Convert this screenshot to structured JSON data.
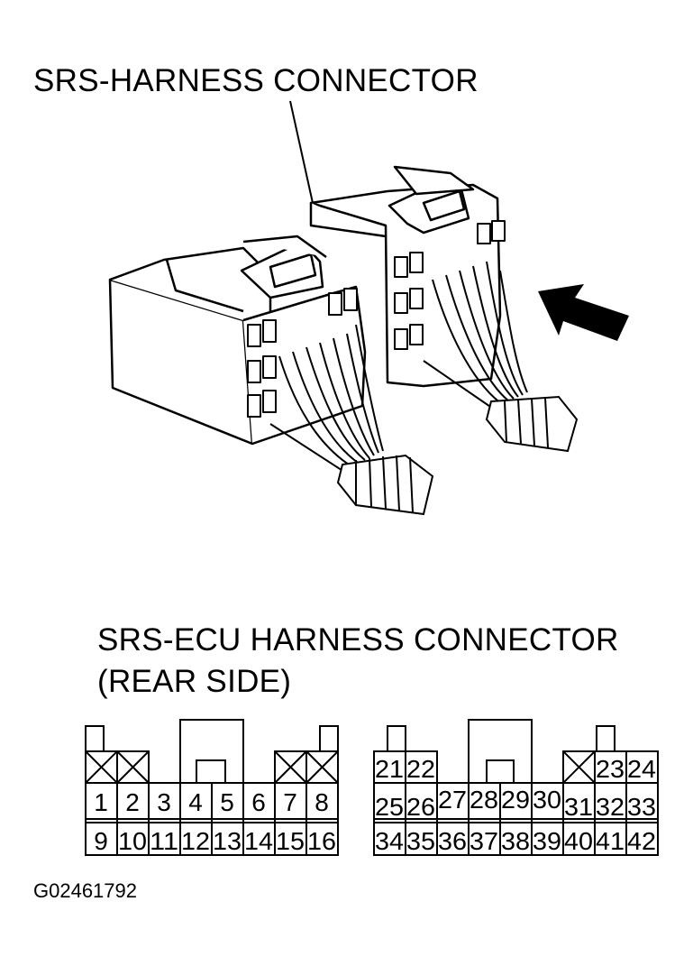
{
  "labels": {
    "top_title": "SRS-HARNESS CONNECTOR",
    "ecu_title": "SRS-ECU HARNESS CONNECTOR",
    "ecu_subtitle": "(REAR SIDE)",
    "figure_code": "G02461792"
  },
  "colors": {
    "ink": "#000000",
    "background": "#ffffff"
  },
  "icons": {
    "arrow": "view-direction-arrow"
  },
  "left_connector": {
    "top_row": [
      "",
      "",
      "",
      "",
      "",
      "",
      "",
      ""
    ],
    "top_row_blank": [
      true,
      true,
      false,
      false,
      false,
      false,
      true,
      true
    ],
    "row1": [
      "1",
      "2",
      "3",
      "4",
      "5",
      "6",
      "7",
      "8"
    ],
    "row2": [
      "9",
      "10",
      "11",
      "12",
      "13",
      "14",
      "15",
      "16"
    ]
  },
  "right_connector": {
    "top_left": [
      "21",
      "22"
    ],
    "top_right": [
      "23",
      "24"
    ],
    "row1": [
      "25",
      "26",
      "27",
      "28",
      "29",
      "30",
      "31",
      "32",
      "33"
    ],
    "row2": [
      "34",
      "35",
      "36",
      "37",
      "38",
      "39",
      "40",
      "41",
      "42"
    ]
  }
}
